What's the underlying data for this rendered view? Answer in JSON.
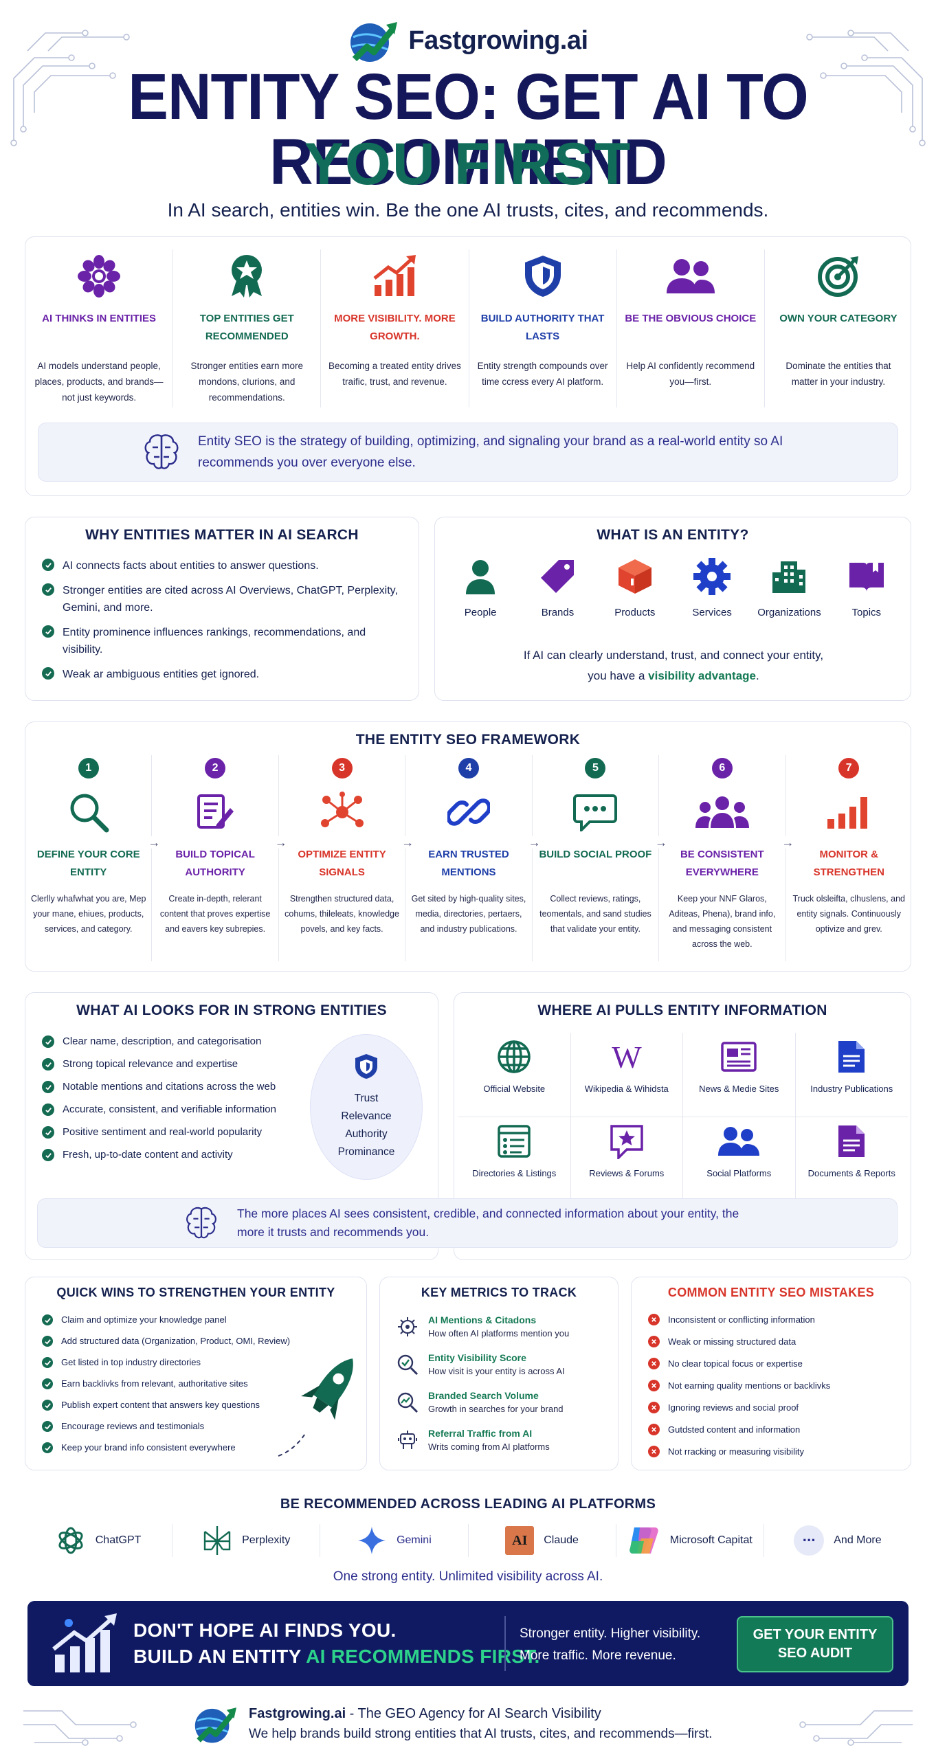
{
  "header": {
    "brand": "Fastgrowing.ai",
    "title_line1": "ENTITY SEO: GET AI TO RECOMMEND",
    "title_line2": "YOU FIRST",
    "subtitle": "In AI search, entities win. Be the one AI trusts, cites, and recommends."
  },
  "features": {
    "items": [
      {
        "title": "AI THINKS IN ENTITIES",
        "desc": "AI models understand people, places, products, and brands—not just keywords.",
        "color": "#6a22a8",
        "icon": "brain-flower-icon"
      },
      {
        "title": "TOP ENTITIES GET RECOMMENDED",
        "desc": "Stronger entities earn more mondons, cIurions, and recommendations.",
        "color": "#136a52",
        "icon": "award-ribbon-icon"
      },
      {
        "title": "MORE VISIBILITY. MORE GROWTH.",
        "desc": "Becoming a treated entity drives traific, trust, and revenue.",
        "color": "#d8352a",
        "icon": "growth-chart-icon"
      },
      {
        "title": "BUILD AUTHORITY THAT LASTS",
        "desc": "Entity strength compounds over time ccress every AI platform.",
        "color": "#1f3fa8",
        "icon": "shield-icon"
      },
      {
        "title": "BE THE OBVIOUS CHOICE",
        "desc": "Help AI confidently recommend you—first.",
        "color": "#6a22a8",
        "icon": "people-icon"
      },
      {
        "title": "OWN YOUR CATEGORY",
        "desc": "Dominate the entities that matter in your industry.",
        "color": "#136a52",
        "icon": "target-icon"
      }
    ],
    "banner": "Entity SEO is the strategy of building, optimizing, and signaling your brand as a real-world entity so AI recommends you over everyone else."
  },
  "why": {
    "title": "WHY ENTITIES MATTER IN AI SEARCH",
    "items": [
      "AI connects facts about entities to answer questions.",
      "Stronger entities are cited across AI Overviews, ChatGPT, Perplexity, Gemini, and more.",
      "Entity prominence influences rankings, recommendations, and visibility.",
      "Weak ar ambiguous entities get ignored."
    ]
  },
  "what": {
    "title": "WHAT IS AN ENTITY?",
    "types": [
      {
        "label": "People",
        "icon": "person-icon",
        "color": "#136a52"
      },
      {
        "label": "Brands",
        "icon": "tag-icon",
        "color": "#6a22a8"
      },
      {
        "label": "Products",
        "icon": "box-icon",
        "color": "#e0442f"
      },
      {
        "label": "Services",
        "icon": "gear-icon",
        "color": "#1f3fc8"
      },
      {
        "label": "Organizations",
        "icon": "building-icon",
        "color": "#136a52"
      },
      {
        "label": "Topics",
        "icon": "book-icon",
        "color": "#6a22a8"
      }
    ],
    "note_before": "If AI can clearly understand, trust, and connect your entity,",
    "note_middle": "you have a ",
    "note_highlight": "visibility advantage",
    "note_end": "."
  },
  "framework": {
    "title": "THE ENTITY SEO FRAMEWORK",
    "arrow": "→",
    "steps": [
      {
        "num": "1",
        "title": "DEFINE YOUR CORE ENTITY",
        "desc": "Clerlly whafwhat you are, Mep your mane, ehiues, products, services, and category.",
        "color": "#136a52",
        "icon": "magnifier-icon"
      },
      {
        "num": "2",
        "title": "BUILD TOPICAL AUTHORITY",
        "desc": "Create in-depth, relerant content that proves expertise and eavers key subrepies.",
        "color": "#6a22a8",
        "icon": "document-edit-icon"
      },
      {
        "num": "3",
        "title": "OPTIMIZE ENTITY SIGNALS",
        "desc": "Strengthen structured data, cohums, thileleats, knowledge povels, and key facts.",
        "color": "#d8352a",
        "icon": "network-nodes-icon"
      },
      {
        "num": "4",
        "title": "EARN TRUSTED MENTIONS",
        "desc": "Get sited by high-quality sites, media, directories, pertaers, and industry publications.",
        "color": "#1f3fa8",
        "icon": "link-icon"
      },
      {
        "num": "5",
        "title": "BUILD SOCIAL PROOF",
        "desc": "Collect reviews, ratings, teomentals, and sand studies that validate your entity.",
        "color": "#136a52",
        "icon": "chat-bubble-icon"
      },
      {
        "num": "6",
        "title": "BE CONSISTENT EVERYWHERE",
        "desc": "Keep your NNF Glaros, Aditeas, Phena), brand info, and messaging consistent across the web.",
        "color": "#6a22a8",
        "icon": "team-icon"
      },
      {
        "num": "7",
        "title": "MONITOR & STRENGTHEN",
        "desc": "Truck olsleifta, clhuslens, and entity signals. Continuously optivize and grev.",
        "color": "#d8352a",
        "icon": "bar-chart-icon"
      }
    ]
  },
  "looks": {
    "title": "WHAT AI LOOKS FOR IN STRONG ENTITIES",
    "items": [
      "Clear name, description, and categorisation",
      "Strong topical relevance and expertise",
      "Notable mentions and citations across the web",
      "Accurate, consistent, and verifiable information",
      "Positive sentiment and real-world popularity",
      "Fresh, up-to-date content and activity"
    ],
    "oval": [
      "Trust",
      "Relevance",
      "Authority",
      "Prominance"
    ]
  },
  "pulls": {
    "title": "WHERE AI PULLS ENTITY INFORMATION",
    "sources": [
      {
        "label": "Official Website",
        "icon": "globe-icon",
        "color": "#136a52"
      },
      {
        "label": "Wikipedia & Wihidsta",
        "icon": "wikipedia-icon",
        "color": "#6a22a8"
      },
      {
        "label": "News & Medie Sites",
        "icon": "newspaper-icon",
        "color": "#6a22a8"
      },
      {
        "label": "Industry Publications",
        "icon": "document-icon",
        "color": "#1f3fc8"
      },
      {
        "label": "Directories & Listings",
        "icon": "directory-icon",
        "color": "#136a52"
      },
      {
        "label": "Reviews & Forums",
        "icon": "star-bubble-icon",
        "color": "#6a22a8"
      },
      {
        "label": "Social Platforms",
        "icon": "social-people-icon",
        "color": "#1f3fc8"
      },
      {
        "label": "Documents & Reports",
        "icon": "report-icon",
        "color": "#6a22a8"
      }
    ],
    "banner": "The more places AI sees consistent, credible, and connected information about your entity, the more it trusts and recommends you."
  },
  "quick": {
    "title": "QUICK WINS TO STRENGTHEN YOUR ENTITY",
    "items": [
      "Claim and optimize your knowledge panel",
      "Add structured data (Organization, Product, OMI, Review)",
      "Get listed in top industry directories",
      "Earn backlivks from relevant, authoritative sites",
      "Publish expert content that answers key questions",
      "Encourage reviews and testimonials",
      "Keep your brand info consistent everywhere"
    ]
  },
  "metrics": {
    "title": "KEY METRICS TO TRACK",
    "items": [
      {
        "title": "AI Mentions & Citadons",
        "desc": "How often AI platforms mention you",
        "icon": "ai-chip-icon"
      },
      {
        "title": "Entity Visibility Score",
        "desc": "How visit is your entity is across AI",
        "icon": "magnifier-check-icon"
      },
      {
        "title": "Branded Search Volume",
        "desc": "Growth in searches for your brand",
        "icon": "search-trend-icon"
      },
      {
        "title": "Referral Traffic from AI",
        "desc": "Writs coming from AI platforms",
        "icon": "robot-icon"
      }
    ]
  },
  "mistakes": {
    "title": "COMMON ENTITY SEO MISTAKES",
    "items": [
      "Inconsistent or conflicting information",
      "Weak or missing structured data",
      "No clear topical focus or expertise",
      "Not earning quality mentions or backlivks",
      "Ignoring reviews and social proof",
      "Gutdsted content and information",
      "Not rracking or measuring visibility"
    ]
  },
  "platforms": {
    "title": "BE RECOMMENDED ACROSS LEADING AI PLATFORMS",
    "items": [
      {
        "label": "ChatGPT",
        "icon": "chatgpt-logo-icon"
      },
      {
        "label": "Perplexity",
        "icon": "perplexity-logo-icon"
      },
      {
        "label": "Gemini",
        "icon": "gemini-logo-icon"
      },
      {
        "label": "Claude",
        "icon": "claude-logo-icon"
      },
      {
        "label": "Microsoft Capitat",
        "icon": "copilot-logo-icon"
      },
      {
        "label": "And More",
        "icon": "more-dots-icon"
      }
    ],
    "claude_mark": "AI",
    "more_mark": "···",
    "tagline": "One strong entity. Unlimited visibility across AI."
  },
  "cta": {
    "line1": "DON'T HOPE AI FINDS YOU.",
    "line2_start": "BUILD AN ENTITY ",
    "line2_highlight": "AI RECOMMENDS FIRST.",
    "mid_line1": "Stronger entity. Higher visibility.",
    "mid_line2": "More traffic. More revenue.",
    "button": "GET YOUR ENTITY SEO AUDIT"
  },
  "footer": {
    "brand": "Fastgrowing.ai",
    "tagline": " - The GEO Agency for AI Search Visibility",
    "line2": "We help brands build strong entities that AI trusts, cites, and recommends—first."
  },
  "colors": {
    "navy": "#14175a",
    "green": "#116c5a",
    "purple": "#6a22a8",
    "red": "#d8352a",
    "blue": "#1f3fa8",
    "cta_bg": "#0f1a63",
    "cta_green": "#2dd38a"
  }
}
